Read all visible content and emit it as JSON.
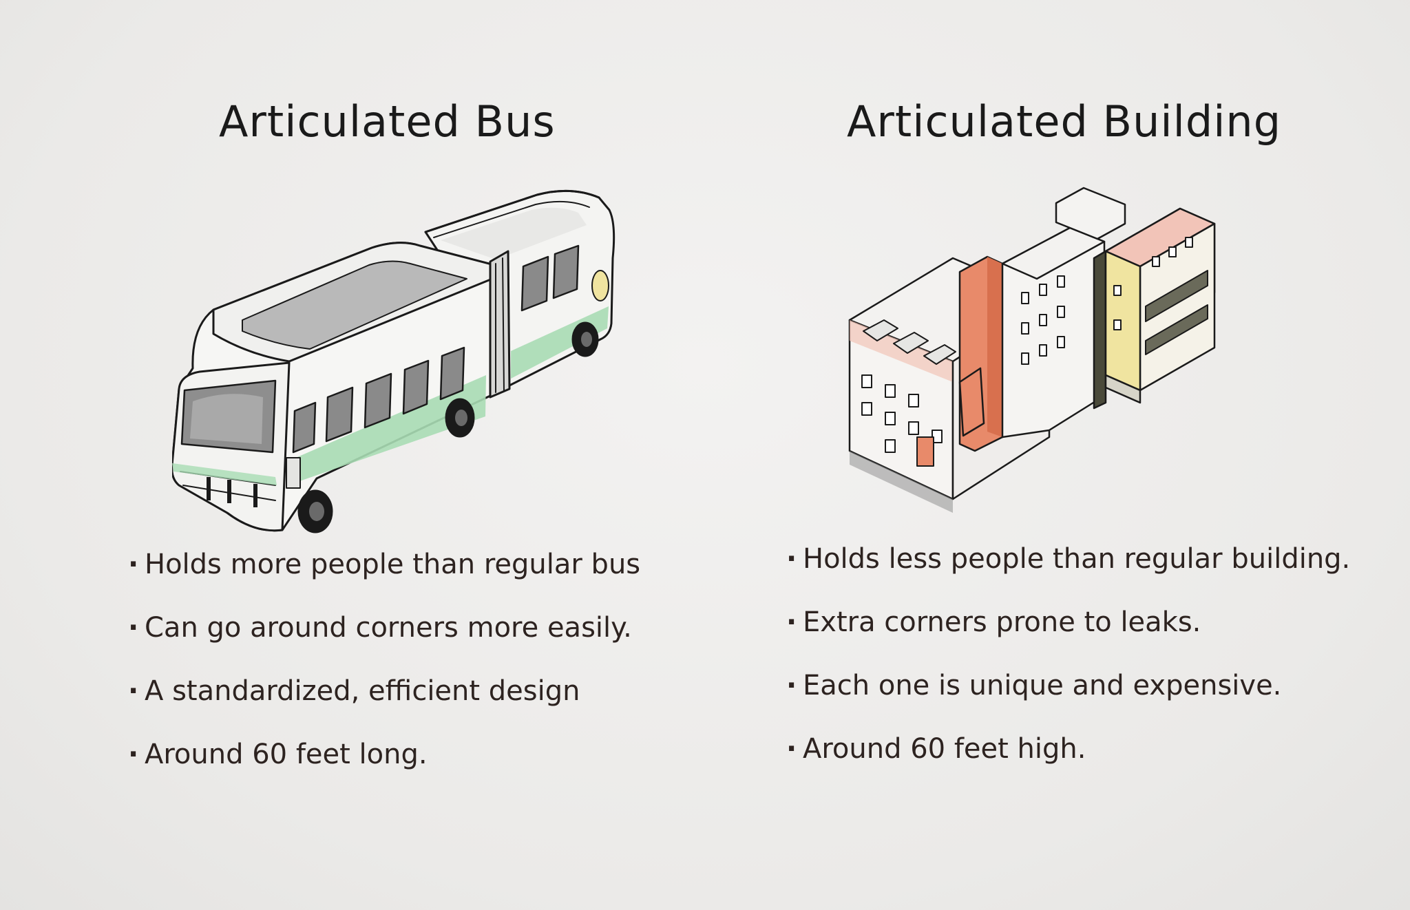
{
  "bus": {
    "title": "Articulated Bus",
    "icon": "articulated-bus-illustration",
    "notes": [
      "Holds more people than regular bus",
      "Can go around corners more easily.",
      "A standardized, efficient design",
      "Around 60 feet long."
    ]
  },
  "building": {
    "title": "Articulated Building",
    "icon": "articulated-building-illustration",
    "notes": [
      "Holds less people than regular building.",
      "Extra corners prone to leaks.",
      "Each one is unique and expensive.",
      "Around 60 feet high."
    ]
  },
  "colors": {
    "ink": "#1a1a1a",
    "bus_stripe": "#a8dcb4",
    "building_orange": "#e88a6a",
    "building_pink": "#f2c4b8",
    "building_yellow": "#f0e4a0"
  }
}
